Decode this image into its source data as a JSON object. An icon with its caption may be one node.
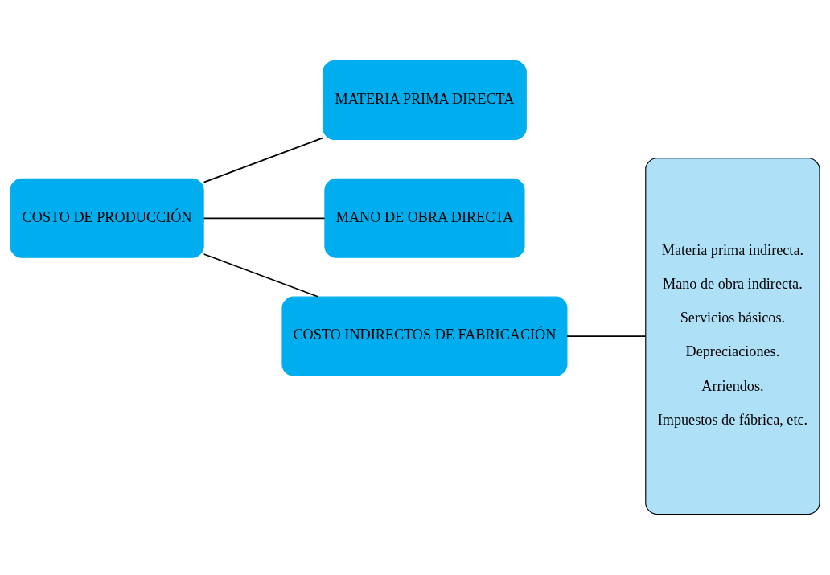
{
  "diagram": {
    "nodes": [
      {
        "text": [
          "COSTO DE PRODUCCIÓN"
        ]
      },
      {
        "text": [
          "MATERIA PRIMA DIRECTA"
        ]
      },
      {
        "text": [
          "MANO DE OBRA DIRECTA"
        ]
      },
      {
        "text": [
          "COSTO INDIRECTOS DE FABRICACIÓN"
        ]
      },
      {
        "text": [
          "Materia prima indirecta.",
          "Mano de obra indirecta.",
          "Servicios básicos.",
          "Depreciaciones.",
          "Arriendos.",
          "Impuestos de fábrica, etc."
        ]
      }
    ],
    "edges": [
      {
        "from": 0,
        "to": 1,
        "arrow": "none"
      },
      {
        "from": 0,
        "to": 2,
        "arrow": "none"
      },
      {
        "from": 0,
        "to": 3,
        "arrow": "none"
      },
      {
        "from": 3,
        "to": 4,
        "arrow": "none"
      }
    ]
  }
}
